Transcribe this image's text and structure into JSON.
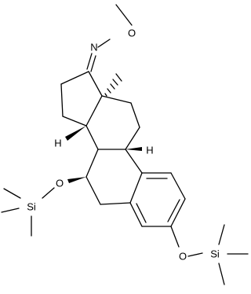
{
  "structure": {
    "atom_labels": {
      "oxime_n": "N",
      "oxime_o": "O",
      "oh7_o": "O",
      "si7": "Si",
      "h9": "H",
      "h8": "H",
      "o3": "O",
      "si3": "Si"
    },
    "colors": {
      "ink": "#000000",
      "background": "#ffffff"
    }
  }
}
